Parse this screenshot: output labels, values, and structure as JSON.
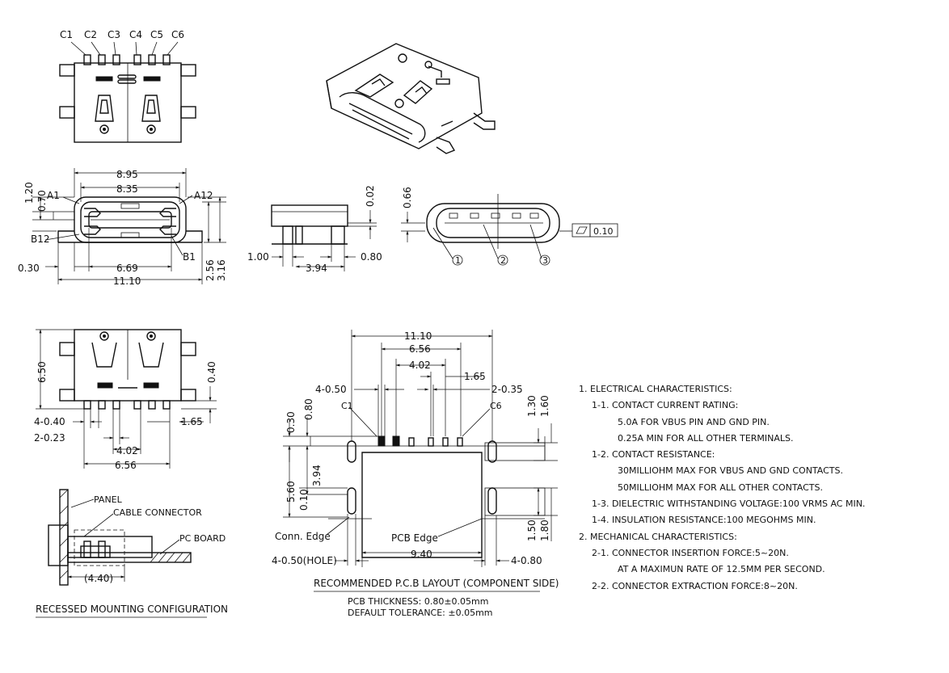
{
  "top_view": {
    "contacts": [
      "C1",
      "C2",
      "C3",
      "C4",
      "C5",
      "C6"
    ]
  },
  "front_view": {
    "dims": {
      "d895": "8.95",
      "d835": "8.35",
      "d120": "1.20",
      "d070": "0.70",
      "d669": "6.69",
      "d030": "0.30",
      "d1110": "11.10",
      "d256": "2.56",
      "d316": "3.16"
    },
    "pins": {
      "a1": "A1",
      "a12": "A12",
      "b12": "B12",
      "b1": "B1"
    }
  },
  "side_view": {
    "dims": {
      "d002": "0.02",
      "d100": "1.00",
      "d394": "3.94",
      "d080": "0.80"
    }
  },
  "end_view": {
    "dims": {
      "d066": "0.66"
    },
    "flatness": "0.10",
    "balloons": [
      "1",
      "2",
      "3"
    ]
  },
  "bottom_view": {
    "dims": {
      "d650": "6.50",
      "d040": "0.40",
      "pitch4": "4-0.40",
      "pitch2": "2-0.23",
      "d165": "1.65",
      "d402": "4.02",
      "d656": "6.56"
    }
  },
  "recessed": {
    "panel": "PANEL",
    "cable": "CABLE CONNECTOR",
    "board": "PC BOARD",
    "d440": "(4.40)",
    "title": "RECESSED MOUNTING CONFIGURATION"
  },
  "pcb_layout": {
    "dims": {
      "d1110": "11.10",
      "d656": "6.56",
      "d402": "4.02",
      "d165": "1.65",
      "d4x050": "4-0.50",
      "d2x035": "2-0.35",
      "d030": "0.30",
      "d080": "0.80",
      "d130": "1.30",
      "d160": "1.60",
      "d560": "5.60",
      "d394": "3.94",
      "d010": "0.10",
      "d150": "1.50",
      "d180": "1.80",
      "d940": "9.40",
      "hole": "4-0.50(HOLE)",
      "d4x080": "4-0.80"
    },
    "c1": "C1",
    "c6": "C6",
    "conn_edge": "Conn. Edge",
    "pcb_edge": "PCB Edge",
    "title": "RECOMMENDED P.C.B LAYOUT (COMPONENT SIDE)",
    "thickness": "PCB THICKNESS: 0.80±0.05mm",
    "tolerance": "DEFAULT TOLERANCE: ±0.05mm"
  },
  "notes": [
    {
      "text": "1. ELECTRICAL CHARACTERISTICS:",
      "indent": 0
    },
    {
      "text": "1-1. CONTACT CURRENT RATING:",
      "indent": 1
    },
    {
      "text": "5.0A FOR VBUS PIN AND GND PIN.",
      "indent": 2
    },
    {
      "text": "0.25A MIN FOR ALL OTHER TERMINALS.",
      "indent": 2
    },
    {
      "text": "1-2. CONTACT RESISTANCE:",
      "indent": 1
    },
    {
      "text": "30MILLIOHM MAX FOR VBUS AND GND CONTACTS.",
      "indent": 2
    },
    {
      "text": "50MILLIOHM MAX FOR ALL OTHER CONTACTS.",
      "indent": 2
    },
    {
      "text": "1-3. DIELECTRIC WITHSTANDING VOLTAGE:100 VRMS AC MIN.",
      "indent": 1
    },
    {
      "text": "1-4. INSULATION RESISTANCE:100 MEGOHMS MIN.",
      "indent": 1
    },
    {
      "text": "2. MECHANICAL CHARACTERISTICS:",
      "indent": 0
    },
    {
      "text": "2-1. CONNECTOR INSERTION FORCE:5~20N.",
      "indent": 1
    },
    {
      "text": "AT A MAXIMUN RATE OF 12.5MM PER SECOND.",
      "indent": 2
    },
    {
      "text": "2-2. CONNECTOR EXTRACTION FORCE:8~20N.",
      "indent": 1
    }
  ]
}
